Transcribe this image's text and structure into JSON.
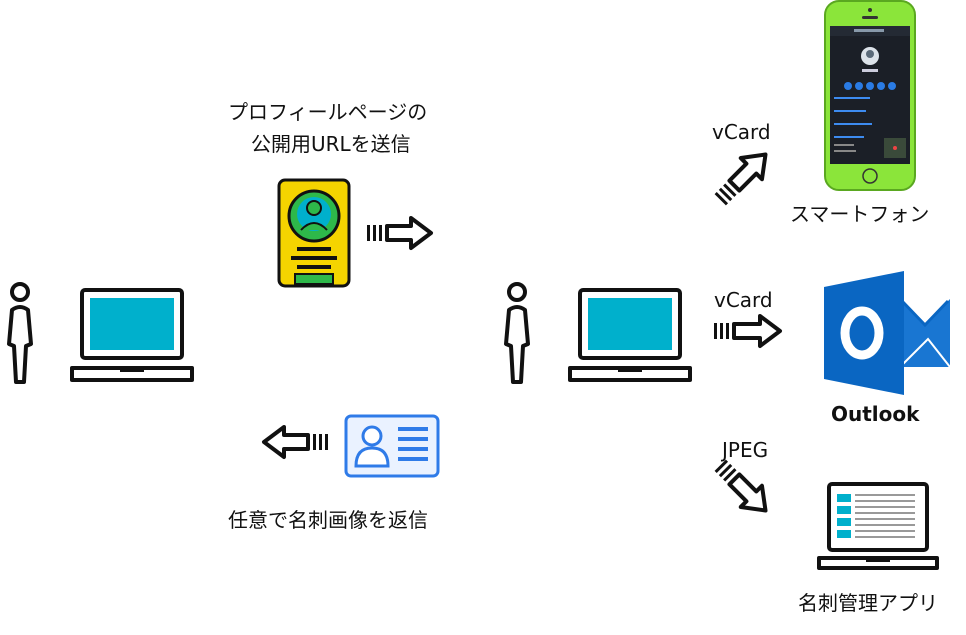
{
  "labels": {
    "send_caption_line1": "プロフィールページの",
    "send_caption_line2": "公開用URLを送信",
    "reply_caption": "任意で名刺画像を返信",
    "vcard_top": "vCard",
    "vcard_mid": "vCard",
    "jpeg": "JPEG",
    "smartphone": "スマートフォン",
    "outlook": "Outlook",
    "card_app": "名刺管理アプリ"
  },
  "icons": {
    "left_user": "person-icon",
    "left_laptop": "laptop-icon",
    "profile_card": "id-badge-icon",
    "business_card": "business-card-icon",
    "right_user": "person-icon",
    "right_laptop": "laptop-icon",
    "phone": "smartphone-icon",
    "outlook": "outlook-icon",
    "app_laptop": "laptop-app-icon"
  },
  "colors": {
    "screen": "#00B0CC",
    "badge": "#F5D400",
    "badge_green": "#2EB84A",
    "card_blue": "#2F7BE8",
    "phone_green": "#8BE53A",
    "outlook_blue": "#0A66C2"
  }
}
